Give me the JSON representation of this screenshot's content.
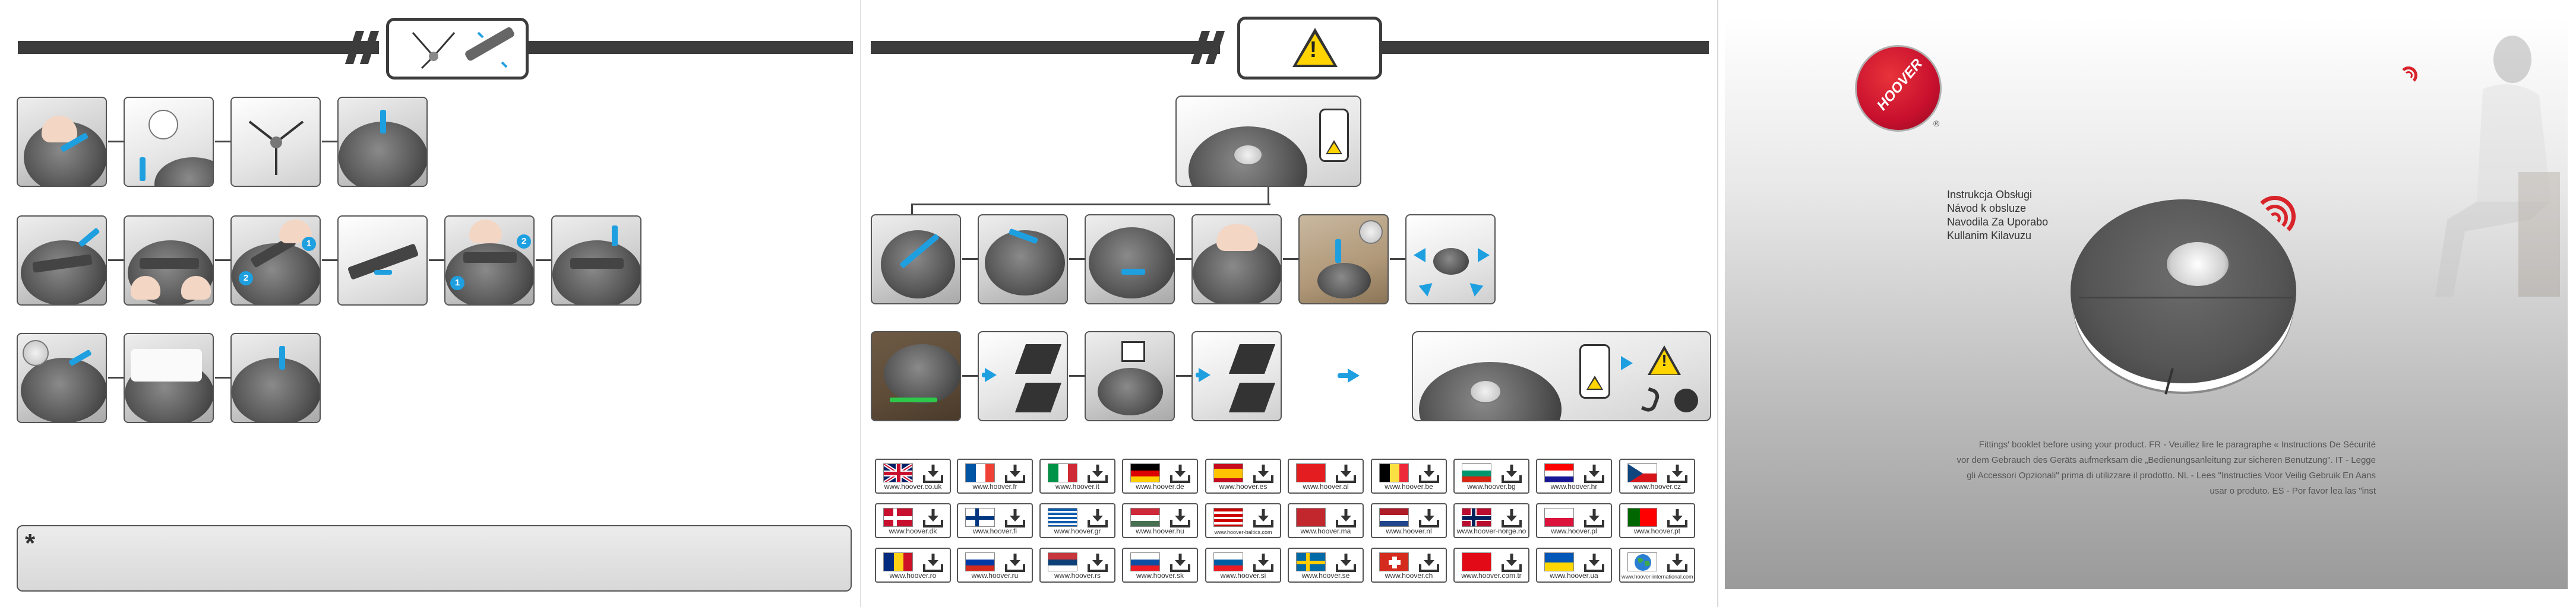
{
  "safety": {
    "asterisk": "*"
  },
  "warning": {
    "mark": "!"
  },
  "countries": [
    {
      "code": "uk",
      "url": "www.hoover.co.uk",
      "icon": "download-icon"
    },
    {
      "code": "fr",
      "url": "www.hoover.fr",
      "icon": "download-icon"
    },
    {
      "code": "it",
      "url": "www.hoover.it",
      "icon": "download-icon"
    },
    {
      "code": "de",
      "url": "www.hoover.de",
      "icon": "download-icon"
    },
    {
      "code": "es",
      "url": "www.hoover.es",
      "icon": "download-icon"
    },
    {
      "code": "al",
      "url": "www.hoover.al",
      "icon": "download-icon"
    },
    {
      "code": "be",
      "url": "www.hoover.be",
      "icon": "download-icon"
    },
    {
      "code": "bg",
      "url": "www.hoover.bg",
      "icon": "download-icon"
    },
    {
      "code": "hr",
      "url": "www.hoover.hr",
      "icon": "download-icon"
    },
    {
      "code": "cz",
      "url": "www.hoover.cz",
      "icon": "download-icon"
    },
    {
      "code": "dk",
      "url": "www.hoover.dk",
      "icon": "download-icon"
    },
    {
      "code": "fi",
      "url": "www.hoover.fi",
      "icon": "download-icon"
    },
    {
      "code": "gr",
      "url": "www.hoover.gr",
      "icon": "download-icon"
    },
    {
      "code": "hu",
      "url": "www.hoover.hu",
      "icon": "download-icon"
    },
    {
      "code": "my",
      "url": "www.hoover-baltics.com",
      "icon": "download-icon"
    },
    {
      "code": "ma",
      "url": "www.hoover.ma",
      "icon": "download-icon"
    },
    {
      "code": "nl",
      "url": "www.hoover.nl",
      "icon": "download-icon"
    },
    {
      "code": "no",
      "url": "www.hoover-norge.no",
      "icon": "download-icon"
    },
    {
      "code": "pl",
      "url": "www.hoover.pl",
      "icon": "download-icon"
    },
    {
      "code": "pt",
      "url": "www.hoover.pt",
      "icon": "download-icon"
    },
    {
      "code": "ro",
      "url": "www.hoover.ro",
      "icon": "download-icon"
    },
    {
      "code": "ru",
      "url": "www.hoover.ru",
      "icon": "download-icon"
    },
    {
      "code": "rs",
      "url": "www.hoover.rs",
      "icon": "download-icon"
    },
    {
      "code": "sk",
      "url": "www.hoover.sk",
      "icon": "download-icon"
    },
    {
      "code": "si",
      "url": "www.hoover.si",
      "icon": "download-icon"
    },
    {
      "code": "se",
      "url": "www.hoover.se",
      "icon": "download-icon"
    },
    {
      "code": "ch",
      "url": "www.hoover.ch",
      "icon": "download-icon"
    },
    {
      "code": "tr",
      "url": "www.hoover.com.tr",
      "icon": "download-icon"
    },
    {
      "code": "ua",
      "url": "www.hoover.ua",
      "icon": "download-icon"
    },
    {
      "code": "world",
      "url": "www.hoover-international.com",
      "icon": "download-icon"
    }
  ],
  "cover": {
    "brand": "HOOVER",
    "registered": "®",
    "titles": [
      "Instrukcja Obsługi",
      "Návod k obsluze",
      "Navodila Za Uporabo",
      "Kullanim Kilavuzu"
    ],
    "safety_lines": [
      "Fittings' booklet before using your product. FR - Veuillez lire le paragraphe « Instructions De Sécurité",
      "vor dem Gebrauch des Geräts aufmerksam die „Bedienungsanleitung zur sicheren Benutzung\". IT - Legge",
      "gli Accessori Opzionali\" prima di utilizzare il prodotto. NL - Lees \"Instructies Voor Veilig Gebruik En Aans",
      "usar o produto. ES - Por favor lea las \"inst"
    ],
    "colors": {
      "brand_red": "#c8102e",
      "accent_blue": "#1e9fe0"
    }
  }
}
